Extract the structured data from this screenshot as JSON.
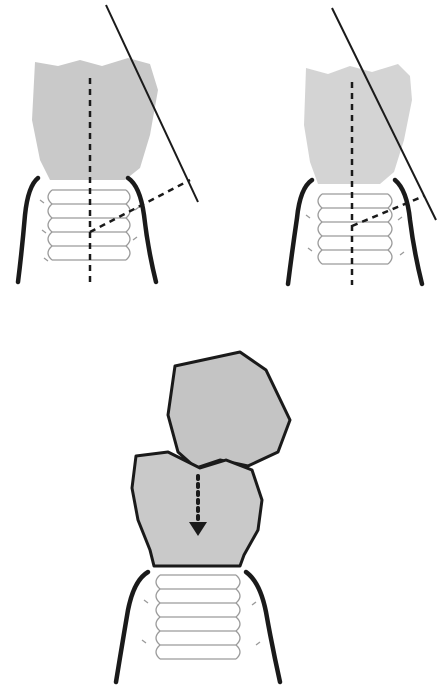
{
  "figure": {
    "panels": [
      {
        "id": "left-tooth-diagram"
      },
      {
        "id": "right-tooth-diagram"
      },
      {
        "id": "bottom-occlusion-diagram"
      }
    ]
  },
  "colors": {
    "crown_fill": "#c9c9c9",
    "crown_fill_light": "#d4d4d4",
    "outline": "#1a1a1a",
    "periodontal_lines": "#9a9a9a",
    "background": "#ffffff"
  }
}
